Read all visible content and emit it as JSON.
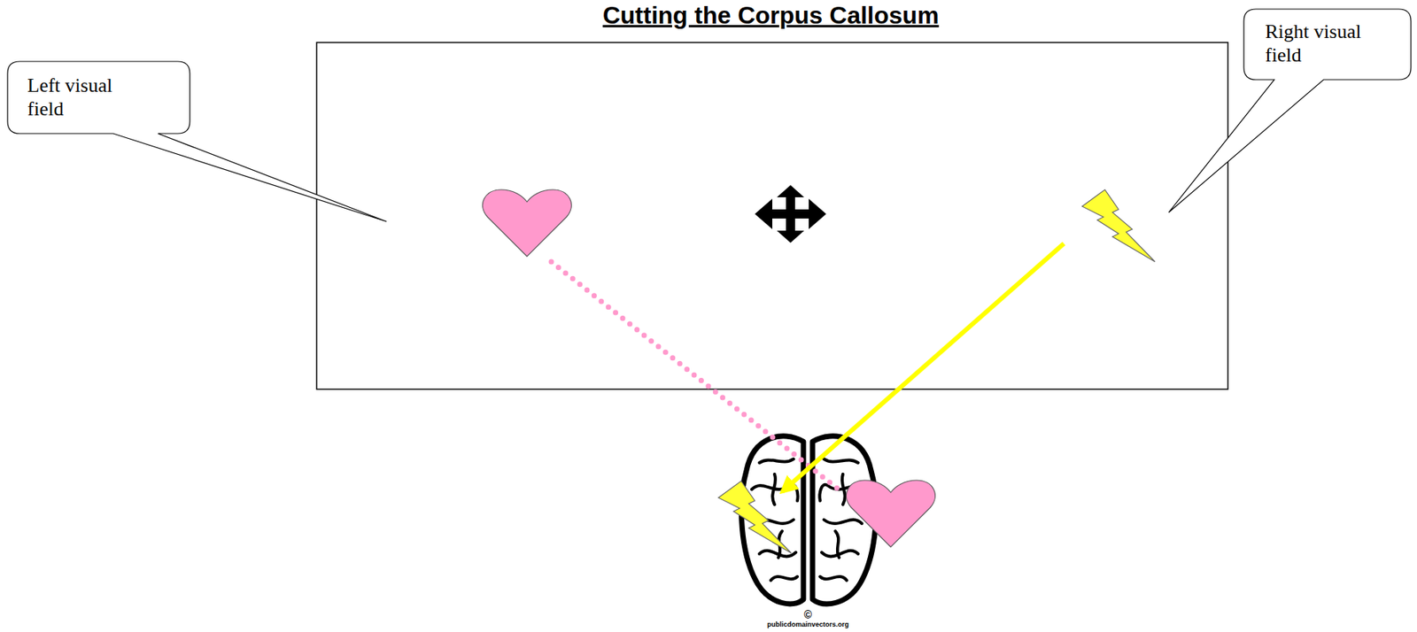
{
  "diagram": {
    "title": "Cutting the Corpus Callosum",
    "nodes": [
      {
        "text": [
          "Left visual field"
        ]
      },
      {
        "text": [
          "Right visual field"
        ]
      }
    ],
    "labels": [
      "©",
      "publicdomainvectors.org"
    ]
  }
}
